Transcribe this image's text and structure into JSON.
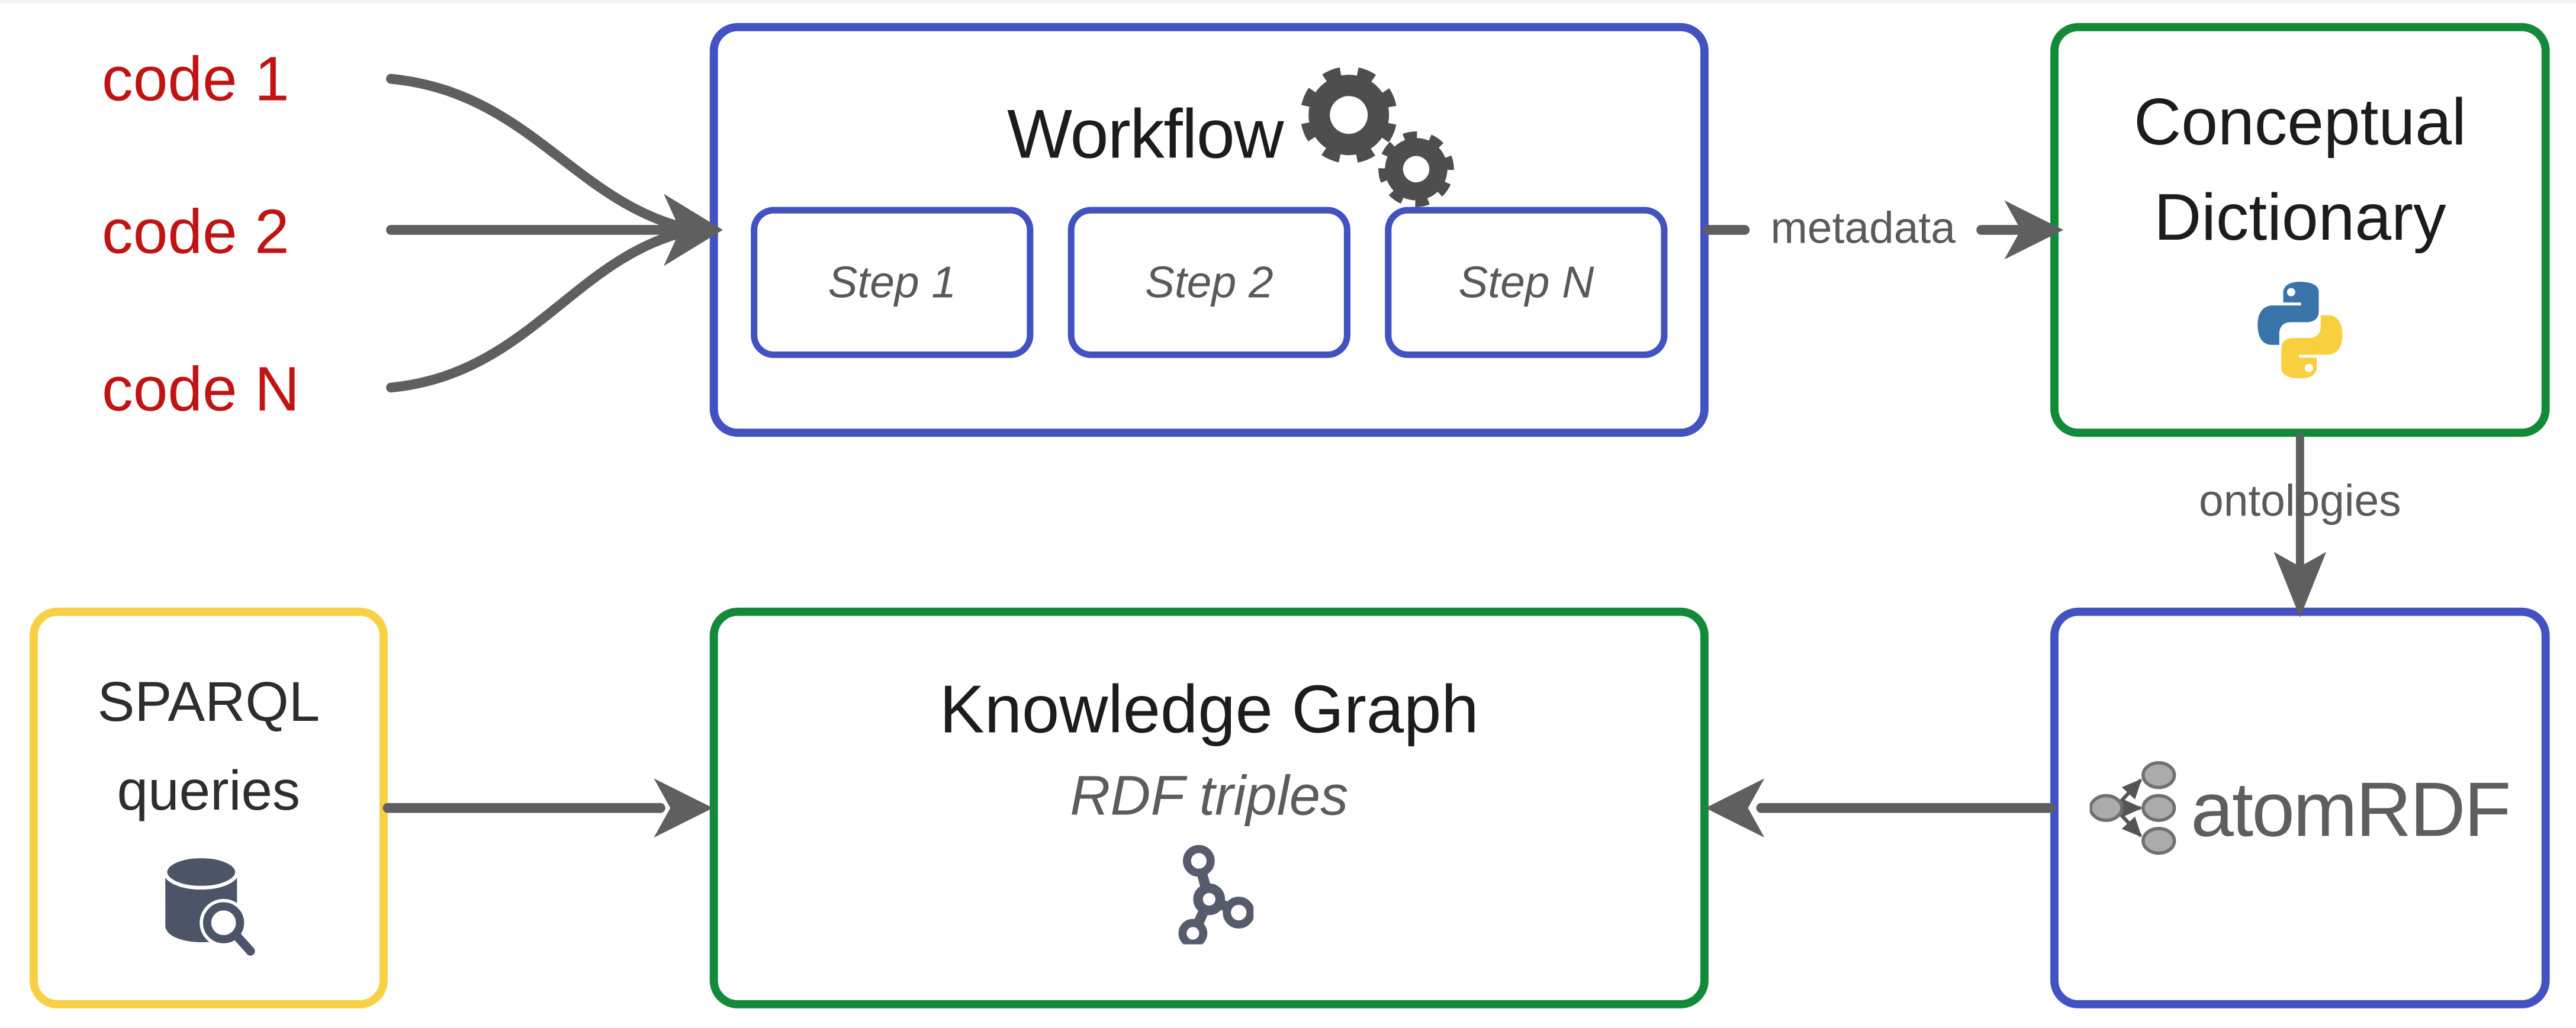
{
  "diagram": {
    "inputs": {
      "items": [
        "code 1",
        "code 2",
        "code N"
      ]
    },
    "workflow": {
      "title": "Workflow",
      "steps": [
        "Step 1",
        "Step 2",
        "Step N"
      ]
    },
    "connections": {
      "metadata_label": "metadata",
      "ontologies_label": "ontologies"
    },
    "conceptual_dictionary": {
      "title_line1": "Conceptual",
      "title_line2": "Dictionary"
    },
    "atomrdf": {
      "label": "atomRDF"
    },
    "knowledge_graph": {
      "title": "Knowledge Graph",
      "subtitle": "RDF triples"
    },
    "sparql": {
      "title_line1": "SPARQL",
      "title_line2": "queries"
    },
    "colors": {
      "box_blue": "#4352c1",
      "box_green": "#128a3a",
      "box_yellow": "#f7d044",
      "input_red": "#c01414",
      "connector_gray": "#5f5f5f"
    },
    "icons": {
      "workflow": "gears-icon",
      "conceptual_dictionary": "python-icon",
      "atomrdf": "graph-fanout-icon",
      "knowledge_graph": "molecule-icon",
      "sparql": "database-search-icon"
    }
  }
}
